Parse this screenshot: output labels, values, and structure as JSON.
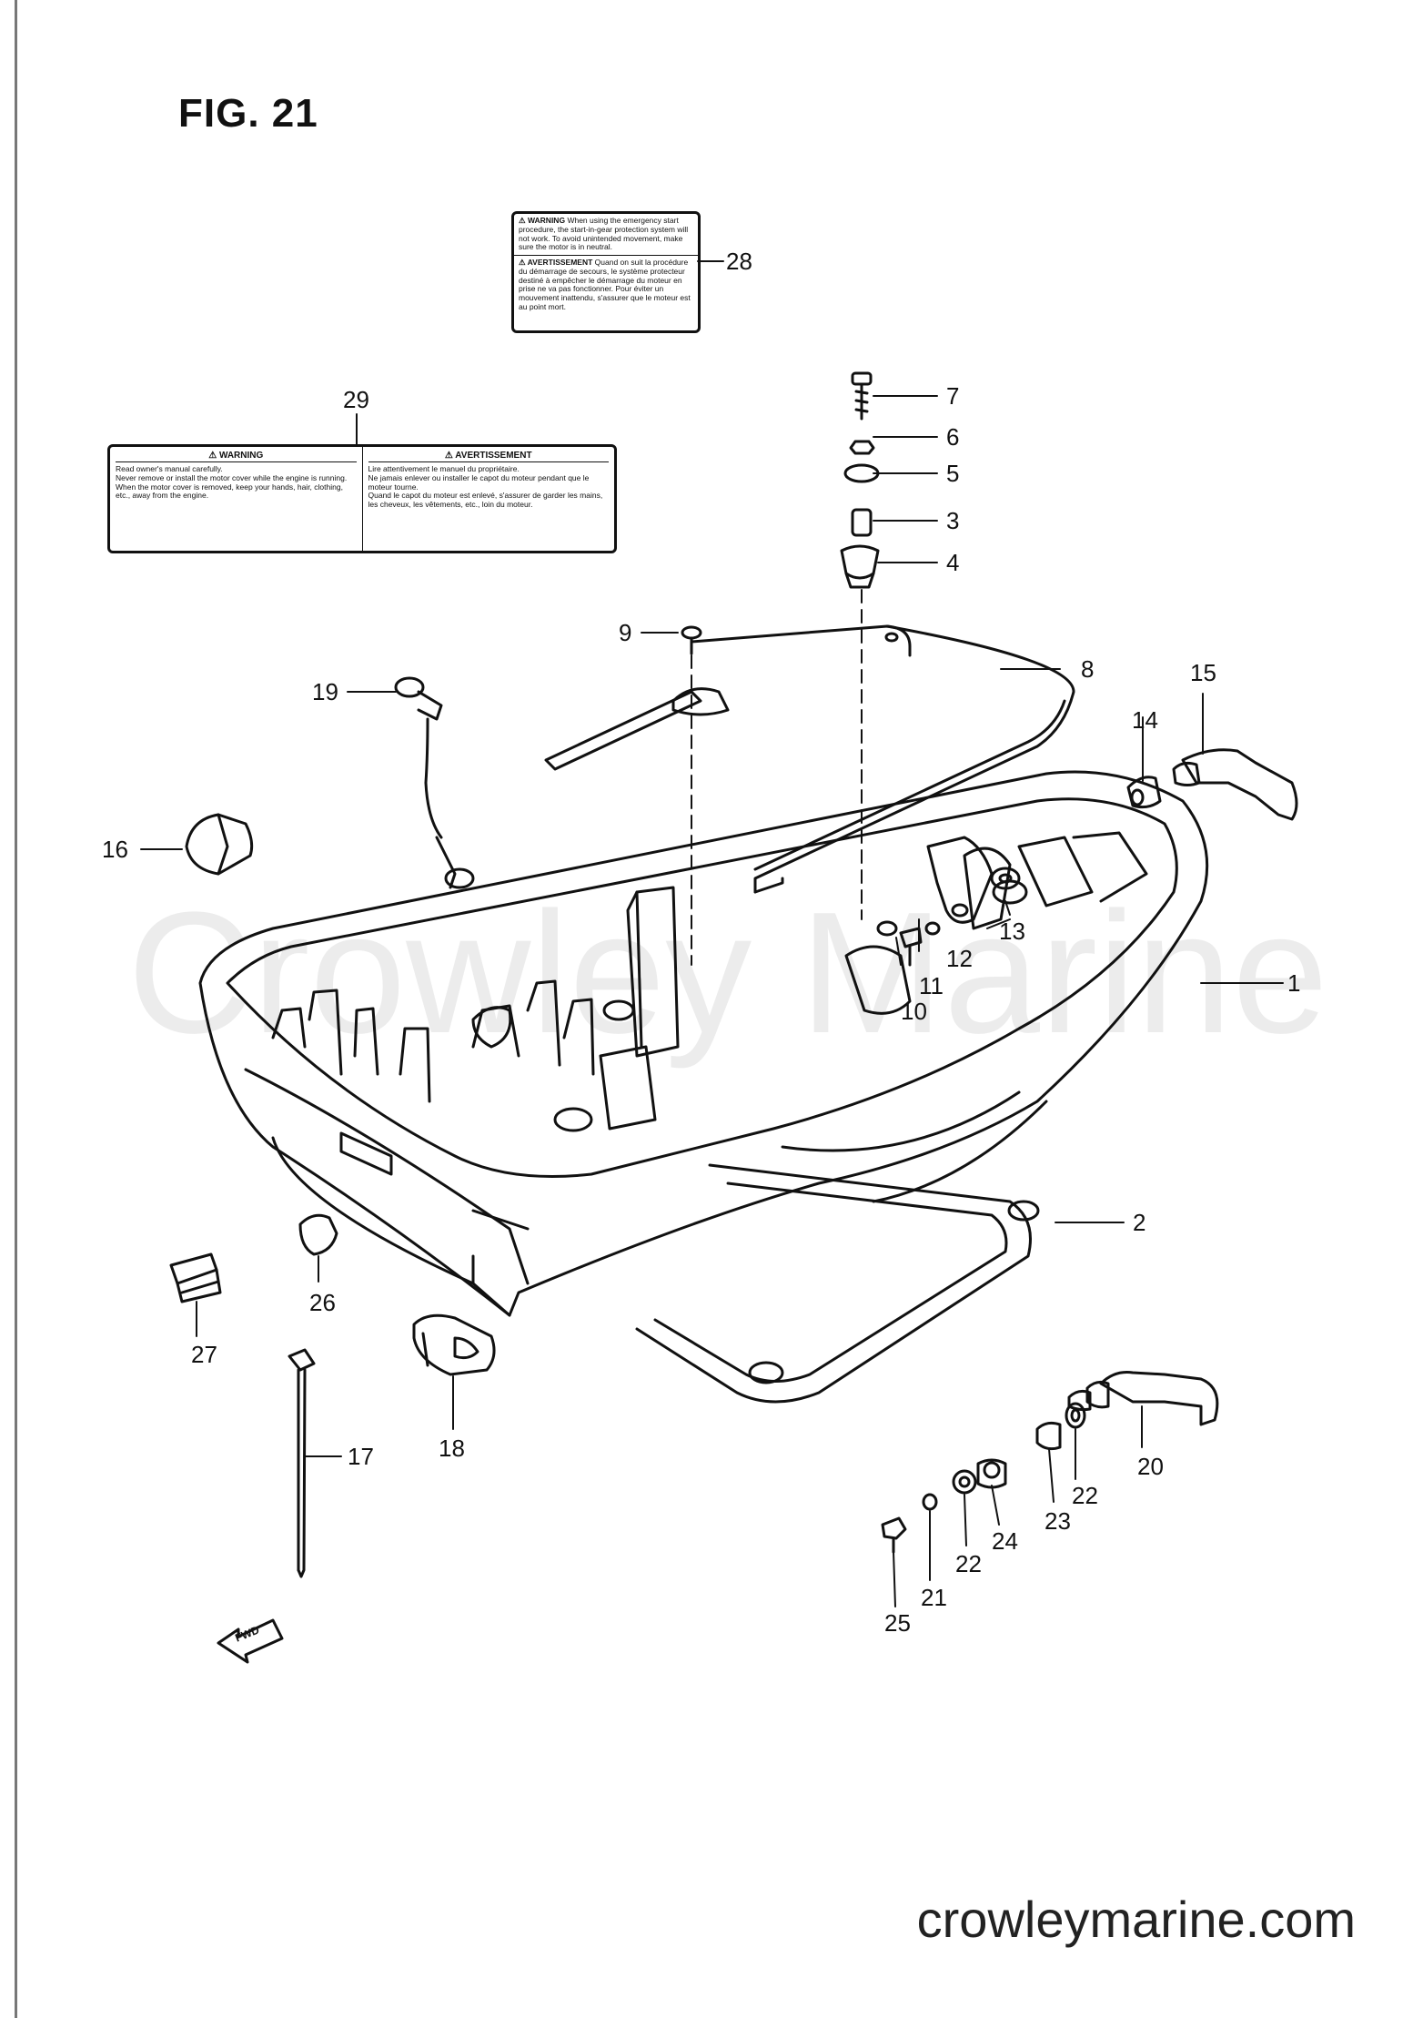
{
  "figure_title": "FIG. 21",
  "watermark": "Crowley Marine",
  "footer_url": "crowleymarine.com",
  "fwd_arrow_text": "FWD",
  "callouts": {
    "c1": "1",
    "c2": "2",
    "c3": "3",
    "c4": "4",
    "c5": "5",
    "c6": "6",
    "c7": "7",
    "c8": "8",
    "c9": "9",
    "c10": "10",
    "c11": "11",
    "c12": "12",
    "c13": "13",
    "c14": "14",
    "c15": "15",
    "c16": "16",
    "c17": "17",
    "c18": "18",
    "c19": "19",
    "c20": "20",
    "c21": "21",
    "c22a": "22",
    "c22b": "22",
    "c23": "23",
    "c24": "24",
    "c25": "25",
    "c26": "26",
    "c27": "27",
    "c28": "28",
    "c29": "29"
  },
  "label_28": {
    "warning_head": "⚠ WARNING",
    "warning_text": "When using the emergency start procedure, the start-in-gear protection system will not work. To avoid unintended movement, make sure the motor is in neutral.",
    "avert_head": "⚠ AVERTISSEMENT",
    "avert_text": "Quand on suit la procédure du démarrage de secours, le système protecteur destiné à empêcher le démarrage du moteur en prise ne va pas fonctionner. Pour éviter un mouvement inattendu, s'assurer que le moteur est au point mort."
  },
  "label_29": {
    "warning_head": "⚠ WARNING",
    "warning_items": [
      "Read owner's manual carefully.",
      "Never remove or install the motor cover while the engine is running.",
      "When the motor cover is removed, keep your hands, hair, clothing, etc., away from the engine."
    ],
    "avert_head": "⚠ AVERTISSEMENT",
    "avert_items": [
      "Lire attentivement le manuel du propriétaire.",
      "Ne jamais enlever ou installer le capot du moteur pendant que le moteur tourne.",
      "Quand le capot du moteur est enlevé, s'assurer de garder les mains, les cheveux, les vêtements, etc., loin du moteur."
    ]
  }
}
